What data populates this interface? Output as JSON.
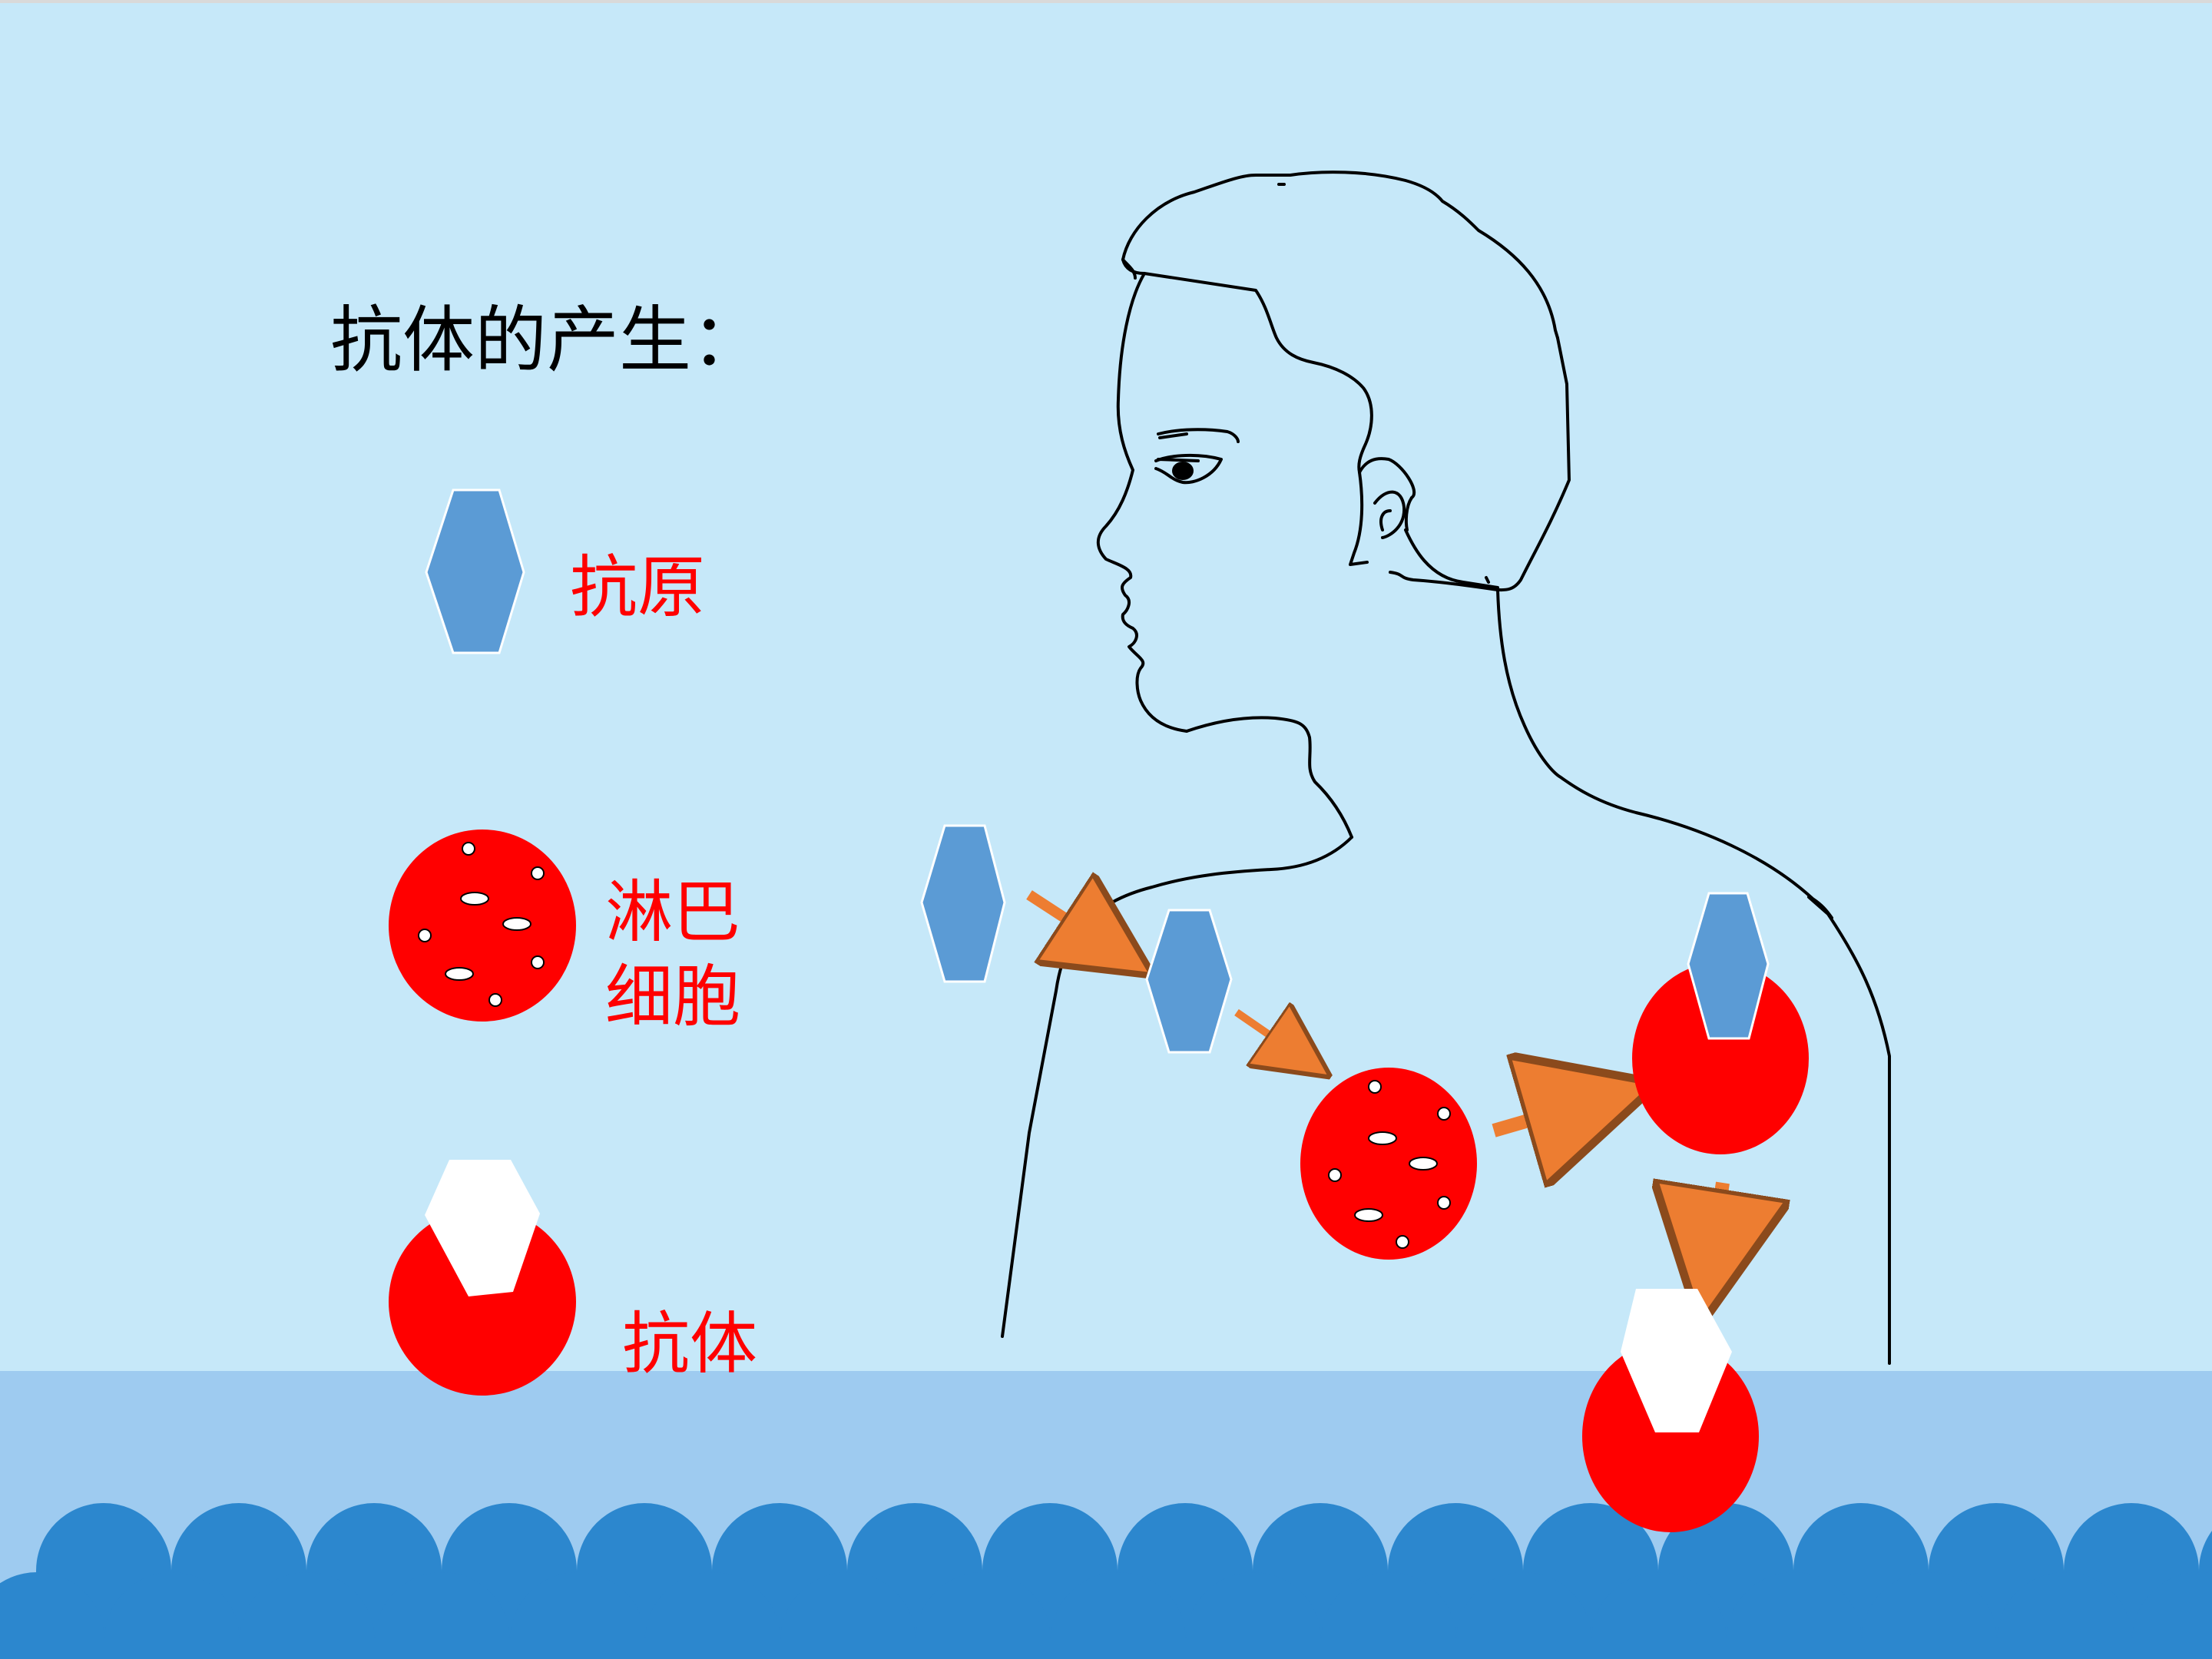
{
  "slide": {
    "title": "抗体的产生：",
    "legend": [
      {
        "key": "antigen",
        "label": "抗原",
        "shape": "blue-hexagon"
      },
      {
        "key": "lymphocyte",
        "label_lines": [
          "淋巴",
          "细胞"
        ],
        "shape": "red-cell-with-white-dots"
      },
      {
        "key": "antibody",
        "label": "抗体",
        "shape": "red-cell-with-white-hexagon"
      }
    ],
    "flow": [
      "antigen",
      "antigen",
      "lymphocyte",
      "antigen-bound-cell",
      "antibody"
    ]
  },
  "colors": {
    "background": "#c6e8f9",
    "floor": "#9ecbf0",
    "wave": "#2c87ce",
    "antigen": "#5b9bd5",
    "cell": "#ff0000",
    "arrow": "#ed7d31",
    "title_text": "#000000",
    "label_text": "#ff0000",
    "outline": "#000000"
  }
}
